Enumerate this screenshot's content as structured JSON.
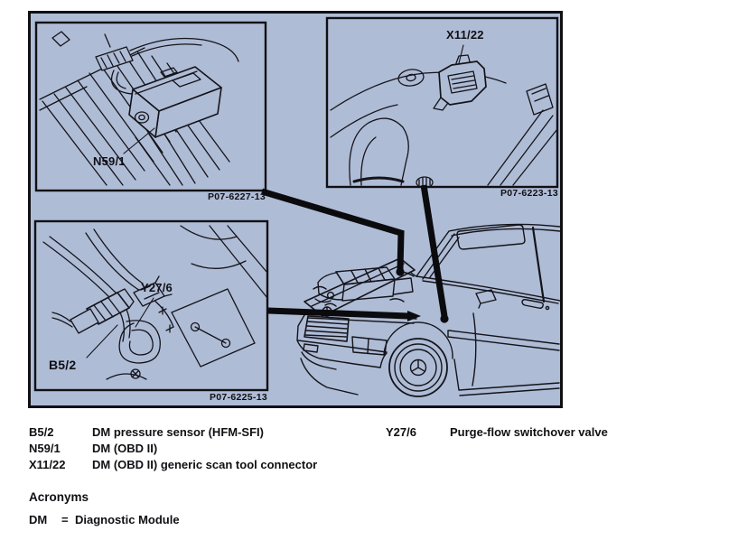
{
  "figure": {
    "panel_color": "#afbcd6",
    "line_color": "#14141a",
    "insets": [
      {
        "label": "N59/1",
        "part_number": "P07-6227-13"
      },
      {
        "label": "X11/22",
        "part_number": "P07-6223-13"
      },
      {
        "valve_label": "Y27/6",
        "sensor_label": "B5/2",
        "part_number": "P07-6225-13"
      }
    ]
  },
  "legend": {
    "left_column": [
      {
        "code": "B5/2",
        "description": "DM pressure sensor (HFM-SFI)"
      },
      {
        "code": "N59/1",
        "description": "DM (OBD II)"
      },
      {
        "code": "X11/22",
        "description": "DM (OBD II) generic scan tool connector"
      }
    ],
    "right_column": [
      {
        "code": "Y27/6",
        "description": "Purge-flow switchover valve"
      }
    ]
  },
  "acronyms": {
    "heading": "Acronyms",
    "items": [
      {
        "abbr": "DM",
        "separator": "=",
        "meaning": "Diagnostic Module"
      }
    ]
  }
}
